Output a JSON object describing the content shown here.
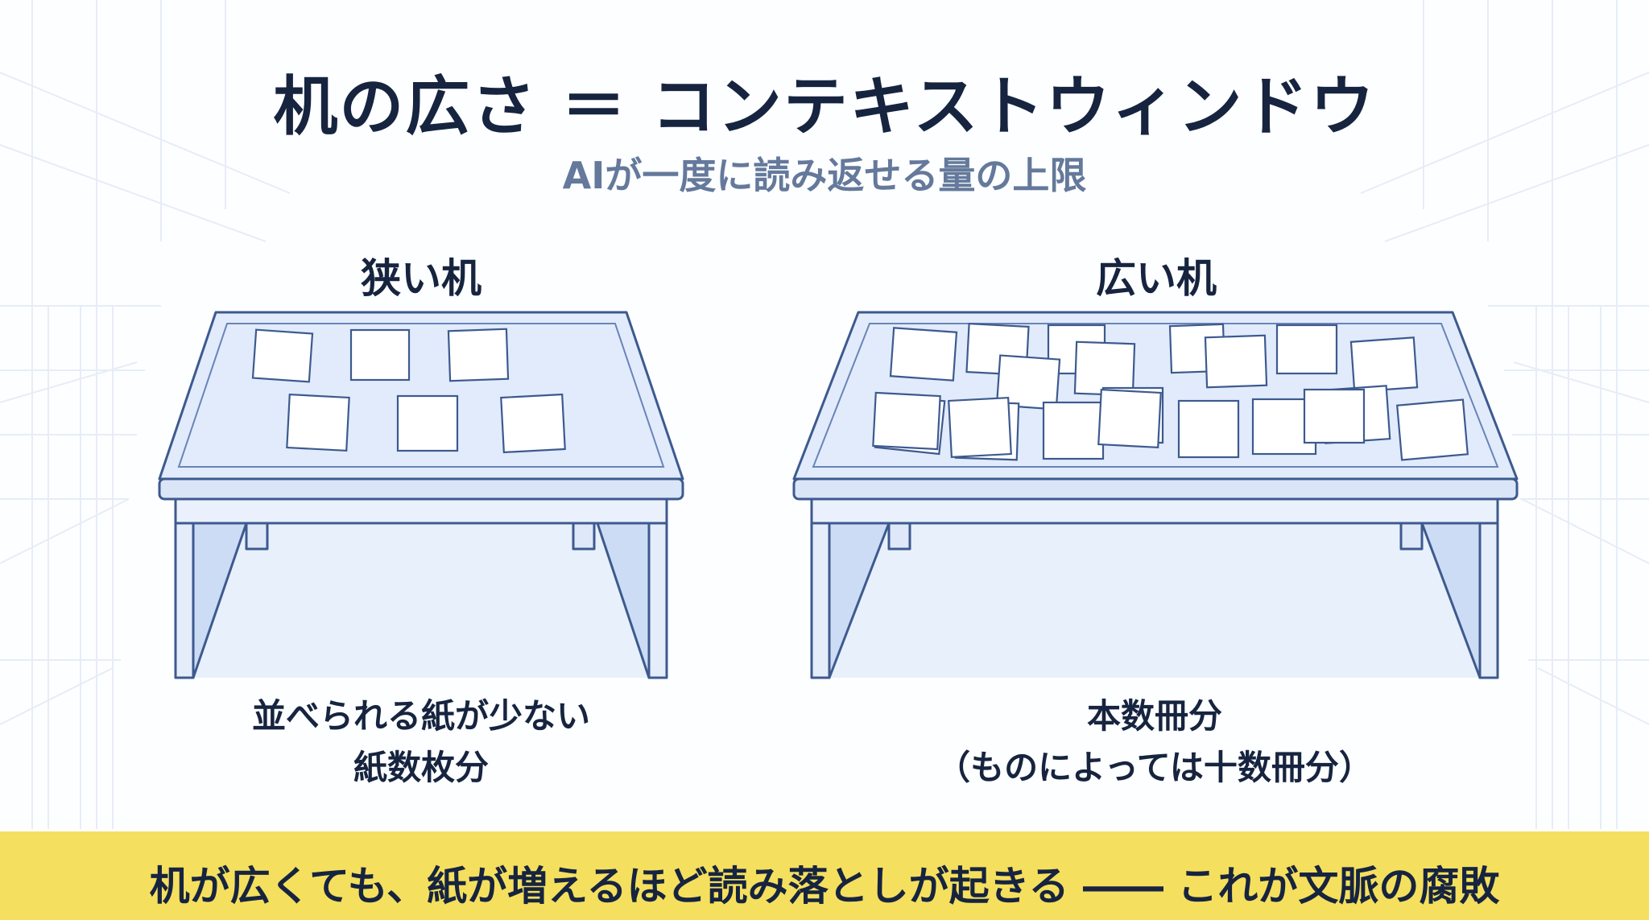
{
  "header": {
    "title": "机の広さ ＝ コンテキストウィンドウ",
    "subtitle": "AIが一度に読み返せる量の上限"
  },
  "panels": {
    "narrow": {
      "label": "狭い机",
      "caption_line1": "並べられる紙が少ない",
      "caption_line2": "紙数枚分",
      "paper_count": 6
    },
    "wide": {
      "label": "広い机",
      "caption_line1": "本数冊分",
      "caption_line2": "（ものによっては十数冊分）",
      "paper_count": 21
    }
  },
  "banner": {
    "text": "机が広くても、紙が増えるほど読み落としが起きる ―― これが文脈の腐敗"
  },
  "colors": {
    "background": "#fdfeff",
    "title": "#16243f",
    "subtitle": "#64799b",
    "desk_fill": "#dde8fa",
    "desk_stroke": "#3d5a8f",
    "banner": "#f5df5e"
  }
}
